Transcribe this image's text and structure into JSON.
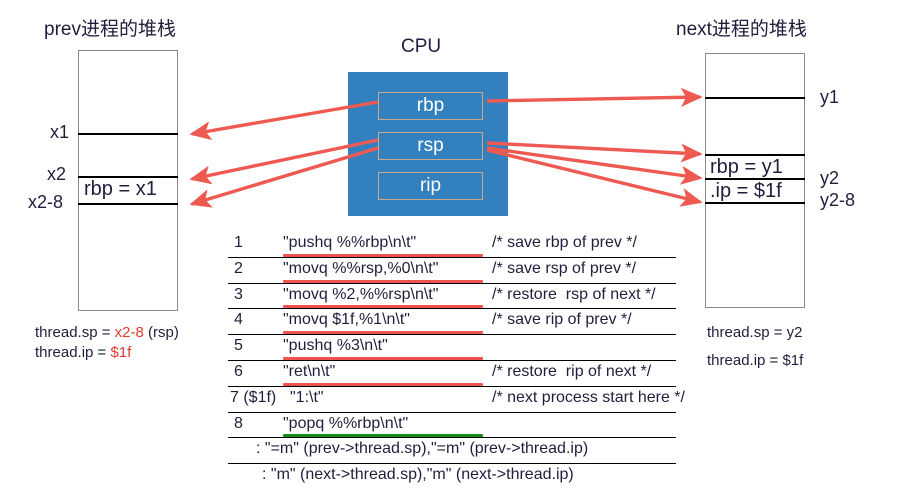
{
  "left_stack": {
    "title": "prev进程的堆栈",
    "slot_label": "rbp = x1",
    "addresses": [
      "x1",
      "x2",
      "x2-8"
    ],
    "footer": {
      "sp_prefix": "thread.sp = ",
      "sp_value": "x2-8",
      "sp_suffix": "  (rsp)",
      "ip_prefix": "thread.ip = ",
      "ip_value": "$1f"
    }
  },
  "right_stack": {
    "title": "next进程的堆栈",
    "slot_labels": [
      "rbp = y1",
      ".ip = $1f"
    ],
    "addresses": [
      "y1",
      "y2",
      "y2-8"
    ],
    "footer": {
      "sp": "thread.sp = y2",
      "ip": "thread.ip = $1f"
    }
  },
  "cpu": {
    "title": "CPU",
    "color": "#3280be",
    "registers": [
      "rbp",
      "rsp",
      "rip"
    ]
  },
  "code": {
    "rows": [
      {
        "num": "1",
        "instruction": "\"pushq %%rbp\\n\\t\"",
        "comment": "/* save rbp of prev */",
        "underline": "red"
      },
      {
        "num": "2",
        "instruction": "\"movq %%rsp,%0\\n\\t\"",
        "comment": "/* save rsp of prev */",
        "underline": "red"
      },
      {
        "num": "3",
        "instruction": "\"movq %2,%%rsp\\n\\t\"",
        "comment": "/* restore  rsp of next */",
        "underline": "red"
      },
      {
        "num": "4",
        "instruction": "\"movq $1f,%1\\n\\t\"",
        "comment": "/* save rip of prev */",
        "underline": "red"
      },
      {
        "num": "5",
        "instruction": "\"pushq %3\\n\\t\"",
        "comment": "",
        "underline": "red"
      },
      {
        "num": "6",
        "instruction": "\"ret\\n\\t\"",
        "comment": "/* restore  rip of next */",
        "underline": "red"
      },
      {
        "num": "7 ($1f)",
        "instruction": "\"1:\\t\"",
        "comment": "/* next process start here */",
        "underline": "none"
      },
      {
        "num": "8",
        "instruction": "\"popq %%rbp\\n\\t\"",
        "comment": "",
        "underline": "green"
      }
    ],
    "constraints": [
      ": \"=m\" (prev->thread.sp),\"=m\" (prev->thread.ip)",
      ": \"m\" (next->thread.sp),\"m\" (next->thread.ip)"
    ]
  },
  "arrow_color": "#ee5a52"
}
